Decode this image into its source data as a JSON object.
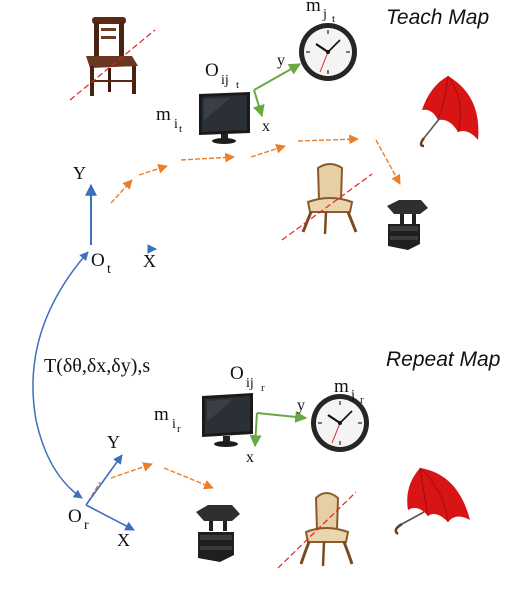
{
  "titles": {
    "teach": "Teach Map",
    "repeat": "Repeat Map"
  },
  "teach": {
    "origin_main": "O",
    "origin_sub": "t",
    "axis_y": "Y",
    "axis_x": "X",
    "obj_i_main": "m",
    "obj_i_sub": "i",
    "obj_i_subsub": "t",
    "obj_j_main": "m",
    "obj_j_sub": "j",
    "obj_j_subsub": "t",
    "rel_main": "O",
    "rel_sub": "ij",
    "rel_subsub": "t",
    "local_y": "y",
    "local_x": "x"
  },
  "repeat": {
    "origin_main": "O",
    "origin_sub": "r",
    "axis_y": "Y",
    "axis_x": "X",
    "obj_i_main": "m",
    "obj_i_sub": "i",
    "obj_i_subsub": "r",
    "obj_j_main": "m",
    "obj_j_sub": "j",
    "obj_j_subsub": "r",
    "rel_main": "O",
    "rel_sub": "ij",
    "rel_subsub": "r",
    "local_y": "y",
    "local_x": "x"
  },
  "transform_label": "T(δθ,δx,δy),s",
  "colors": {
    "trajectory": "#e97f2b",
    "frame": "#3d6fbf",
    "relation": "#69a843",
    "strike": "#e02222"
  }
}
